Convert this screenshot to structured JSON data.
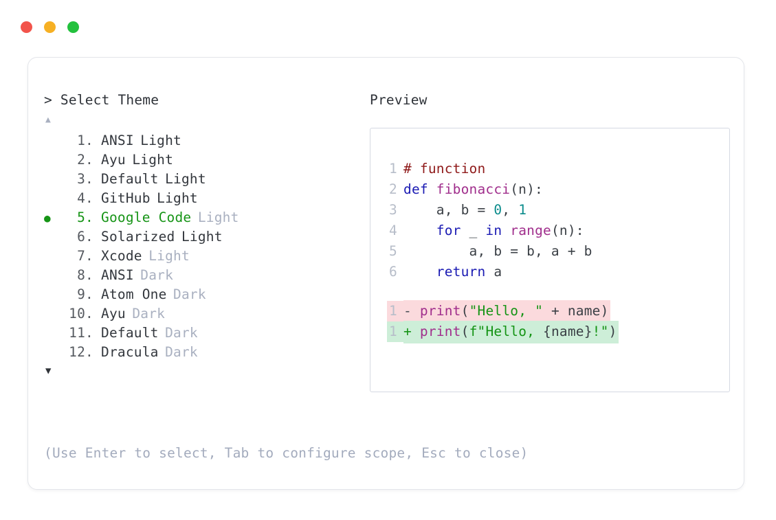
{
  "window": {
    "traffic_lights": [
      {
        "name": "close",
        "color": "#f2544b"
      },
      {
        "name": "minimize",
        "color": "#f6b024"
      },
      {
        "name": "zoom",
        "color": "#23c13d"
      }
    ]
  },
  "prompt": {
    "caret": ">",
    "title": "Select Theme"
  },
  "scroll": {
    "up_arrow": "▲",
    "down_arrow": "▼"
  },
  "selection": {
    "bullet": "●",
    "selected_index": 5,
    "accent_color": "#169416"
  },
  "themes": [
    {
      "index": "1.",
      "name": "ANSI",
      "variant": "Light",
      "variant_muted": false,
      "selected": false
    },
    {
      "index": "2.",
      "name": "Ayu",
      "variant": "Light",
      "variant_muted": false,
      "selected": false
    },
    {
      "index": "3.",
      "name": "Default",
      "variant": "Light",
      "variant_muted": false,
      "selected": false
    },
    {
      "index": "4.",
      "name": "GitHub",
      "variant": "Light",
      "variant_muted": false,
      "selected": false
    },
    {
      "index": "5.",
      "name": "Google Code",
      "variant": "Light",
      "variant_muted": true,
      "selected": true
    },
    {
      "index": "6.",
      "name": "Solarized",
      "variant": "Light",
      "variant_muted": false,
      "selected": false
    },
    {
      "index": "7.",
      "name": "Xcode",
      "variant": "Light",
      "variant_muted": true,
      "selected": false
    },
    {
      "index": "8.",
      "name": "ANSI",
      "variant": "Dark",
      "variant_muted": true,
      "selected": false
    },
    {
      "index": "9.",
      "name": "Atom One",
      "variant": "Dark",
      "variant_muted": true,
      "selected": false
    },
    {
      "index": "10.",
      "name": "Ayu",
      "variant": "Dark",
      "variant_muted": true,
      "selected": false
    },
    {
      "index": "11.",
      "name": "Default",
      "variant": "Dark",
      "variant_muted": true,
      "selected": false
    },
    {
      "index": "12.",
      "name": "Dracula",
      "variant": "Dark",
      "variant_muted": true,
      "selected": false
    }
  ],
  "hint": "(Use Enter to select, Tab to configure scope, Esc to close)",
  "preview": {
    "label": "Preview",
    "code_lines": [
      {
        "number": "1",
        "tokens": [
          {
            "text": "# function",
            "style": "comment"
          }
        ]
      },
      {
        "number": "2",
        "tokens": [
          {
            "text": "def ",
            "style": "kw"
          },
          {
            "text": "fibonacci",
            "style": "fn"
          },
          {
            "text": "(n):",
            "style": "plain"
          }
        ]
      },
      {
        "number": "3",
        "tokens": [
          {
            "text": "    a, b = ",
            "style": "plain"
          },
          {
            "text": "0",
            "style": "num"
          },
          {
            "text": ", ",
            "style": "plain"
          },
          {
            "text": "1",
            "style": "num"
          }
        ]
      },
      {
        "number": "4",
        "tokens": [
          {
            "text": "    ",
            "style": "plain"
          },
          {
            "text": "for",
            "style": "kw"
          },
          {
            "text": " _ ",
            "style": "plain"
          },
          {
            "text": "in",
            "style": "kw"
          },
          {
            "text": " ",
            "style": "plain"
          },
          {
            "text": "range",
            "style": "fn"
          },
          {
            "text": "(n):",
            "style": "plain"
          }
        ]
      },
      {
        "number": "5",
        "tokens": [
          {
            "text": "        a, b = b, a + b",
            "style": "plain"
          }
        ]
      },
      {
        "number": "6",
        "tokens": [
          {
            "text": "    ",
            "style": "plain"
          },
          {
            "text": "return",
            "style": "kw"
          },
          {
            "text": " a",
            "style": "plain"
          }
        ]
      }
    ],
    "diff_lines": [
      {
        "number": "1",
        "kind": "deletion",
        "marker": "-",
        "background": "#fbdadd",
        "tokens": [
          {
            "text": "print",
            "style": "fn"
          },
          {
            "text": "(",
            "style": "plain"
          },
          {
            "text": "\"Hello, \"",
            "style": "str"
          },
          {
            "text": " + name)",
            "style": "plain"
          }
        ]
      },
      {
        "number": "1",
        "kind": "addition",
        "marker": "+",
        "background": "#cdeed8",
        "tokens": [
          {
            "text": "print",
            "style": "fn"
          },
          {
            "text": "(",
            "style": "plain"
          },
          {
            "text": "f\"Hello, ",
            "style": "str"
          },
          {
            "text": "{name}",
            "style": "plain"
          },
          {
            "text": "!\"",
            "style": "str"
          },
          {
            "text": ")",
            "style": "plain"
          }
        ]
      }
    ]
  }
}
